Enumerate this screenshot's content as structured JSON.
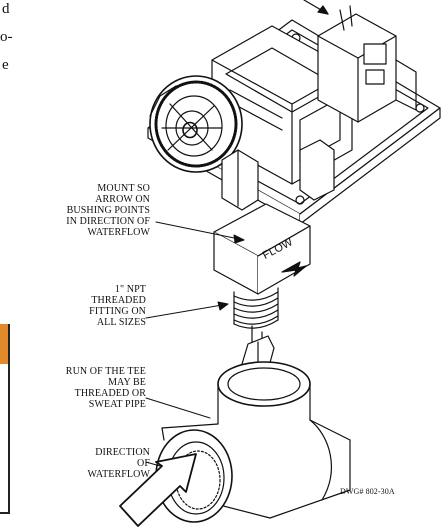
{
  "page_fragments": {
    "line1": "d",
    "line2": "o-",
    "line3": "e"
  },
  "callouts": {
    "mount": [
      "MOUNT SO",
      "ARROW ON",
      "BUSHING POINTS",
      "IN DIRECTION OF",
      "WATERFLOW"
    ],
    "fitting": [
      "1\" NPT",
      "THREADED",
      "FITTING ON",
      "ALL SIZES"
    ],
    "tee": [
      "RUN OF THE TEE",
      "MAY BE",
      "THREADED OR",
      "SWEAT PIPE"
    ],
    "direction": [
      "DIRECTION OF",
      "WATERFLOW"
    ]
  },
  "bushing_label": "FLOW",
  "drawing_number": "DWG# 802-30A",
  "colors": {
    "accent_tab": "#e08a2c",
    "ink": "#111111"
  }
}
